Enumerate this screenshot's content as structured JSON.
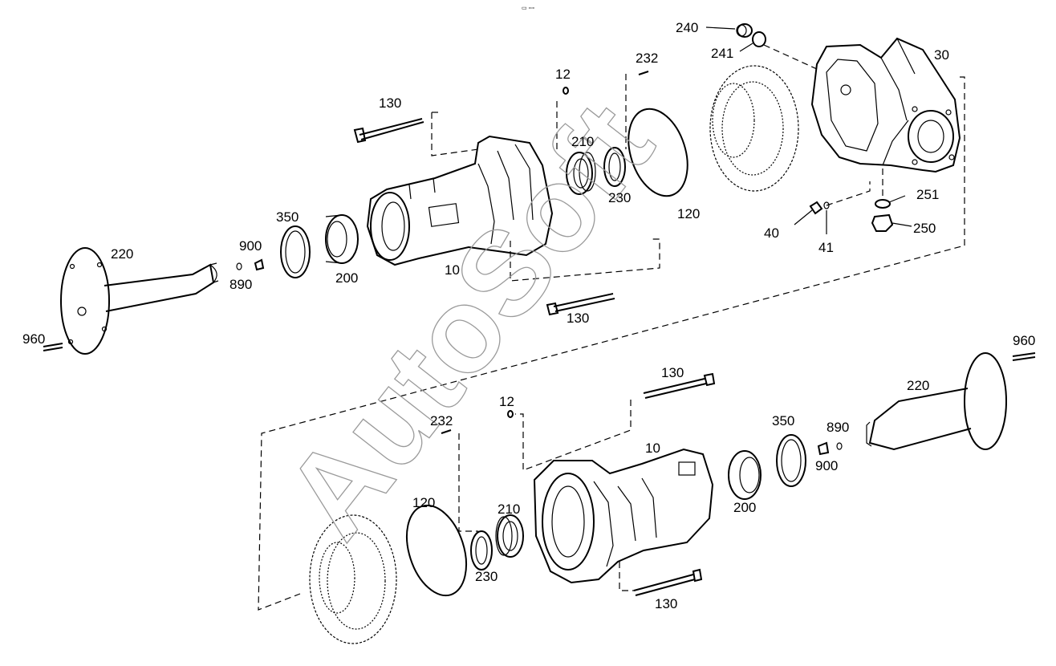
{
  "diagram": {
    "top_mark": "▭ ▫▫▫",
    "watermark": "AutoSoft",
    "labels": [
      {
        "id": "top-240",
        "text": "240"
      },
      {
        "id": "top-241",
        "text": "241"
      },
      {
        "id": "top-30",
        "text": "30"
      },
      {
        "id": "top-232",
        "text": "232"
      },
      {
        "id": "top-12",
        "text": "12"
      },
      {
        "id": "top-130-upper",
        "text": "130"
      },
      {
        "id": "top-210",
        "text": "210"
      },
      {
        "id": "top-230",
        "text": "230"
      },
      {
        "id": "top-120",
        "text": "120"
      },
      {
        "id": "top-251",
        "text": "251"
      },
      {
        "id": "top-250",
        "text": "250"
      },
      {
        "id": "top-40",
        "text": "40"
      },
      {
        "id": "top-41",
        "text": "41"
      },
      {
        "id": "top-350",
        "text": "350"
      },
      {
        "id": "top-900",
        "text": "900"
      },
      {
        "id": "top-890",
        "text": "890"
      },
      {
        "id": "top-220",
        "text": "220"
      },
      {
        "id": "top-200",
        "text": "200"
      },
      {
        "id": "top-10",
        "text": "10"
      },
      {
        "id": "top-130-lower",
        "text": "130"
      },
      {
        "id": "top-960",
        "text": "960"
      },
      {
        "id": "bot-960",
        "text": "960"
      },
      {
        "id": "bot-130-upper",
        "text": "130"
      },
      {
        "id": "bot-220",
        "text": "220"
      },
      {
        "id": "bot-12",
        "text": "12"
      },
      {
        "id": "bot-232",
        "text": "232"
      },
      {
        "id": "bot-10",
        "text": "10"
      },
      {
        "id": "bot-350",
        "text": "350"
      },
      {
        "id": "bot-890",
        "text": "890"
      },
      {
        "id": "bot-900",
        "text": "900"
      },
      {
        "id": "bot-120",
        "text": "120"
      },
      {
        "id": "bot-210",
        "text": "210"
      },
      {
        "id": "bot-200",
        "text": "200"
      },
      {
        "id": "bot-230",
        "text": "230"
      },
      {
        "id": "bot-130-lower",
        "text": "130"
      }
    ]
  }
}
